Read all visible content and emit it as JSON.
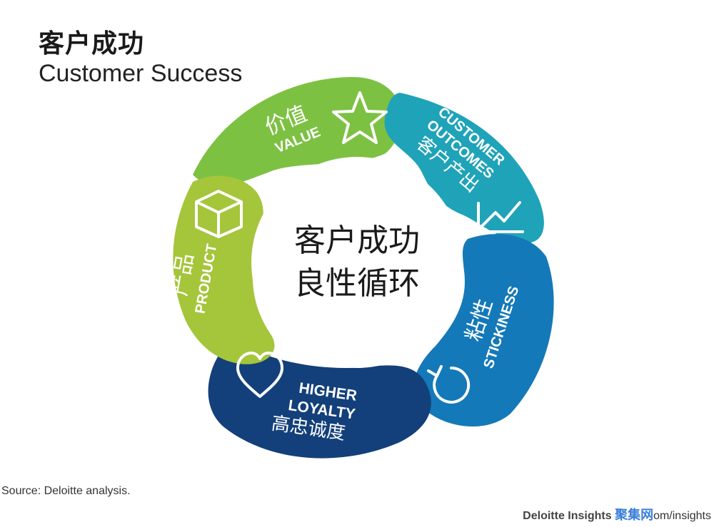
{
  "header": {
    "title_cn": "客户成功",
    "title_en": "Customer Success"
  },
  "center": {
    "line1": "客户成功",
    "line2": "良性循环"
  },
  "segments": {
    "value": {
      "cn": "价值",
      "en": "VALUE",
      "color": "#7dc143",
      "icon": "star-icon"
    },
    "outcomes": {
      "en1": "CUSTOMER",
      "en2": "OUTCOMES",
      "cn": "客户产出",
      "color": "#1fa3b8",
      "icon": "trend-chart-icon"
    },
    "stickiness": {
      "cn": "粘性",
      "en": "STICKINESS",
      "color": "#1479b8",
      "icon": "refresh-icon"
    },
    "loyalty": {
      "en1": "HIGHER",
      "en2": "LOYALTY",
      "cn": "高忠诚度",
      "color": "#13407a",
      "icon": "heart-icon"
    },
    "product": {
      "cn": "产品",
      "en": "PRODUCT",
      "color": "#a5c53b",
      "icon": "box-icon"
    }
  },
  "footer": {
    "source": "Source: Deloitte analysis.",
    "brand": "Deloitte Insights",
    "watermark": "聚集网",
    "url_tail": "om/insights"
  }
}
